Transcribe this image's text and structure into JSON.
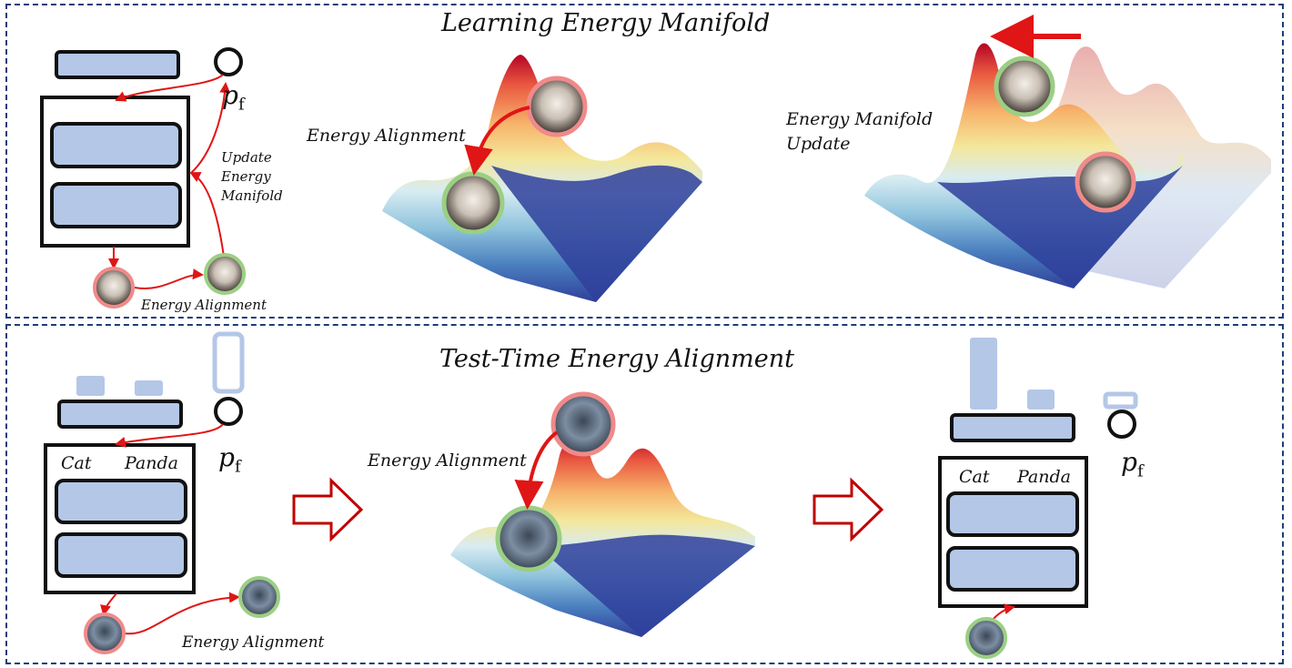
{
  "top_panel": {
    "title": "Learning Energy Manifold",
    "update_label_1": "Update",
    "update_label_2": "Energy",
    "update_label_3": "Manifold",
    "pf_main": "p",
    "pf_sub": "f",
    "alignment_label_small": "Energy Alignment",
    "alignment_label_mid": "Energy Alignment",
    "manifold_update_1": "Energy Manifold",
    "manifold_update_2": "Update"
  },
  "bottom_panel": {
    "title": "Test-Time Energy Alignment",
    "class_left": "Cat",
    "class_right": "Panda",
    "pf_main": "p",
    "pf_sub": "f",
    "alignment_label_mid": "Energy Alignment",
    "alignment_label_small": "Energy Alignment",
    "class_left_2": "Cat",
    "class_right_2": "Panda",
    "pf2_main": "p",
    "pf2_sub": "f"
  },
  "colors": {
    "block_fill": "#b4c7e7",
    "border": "#1f3c78",
    "arrow_red": "#e01515",
    "ring_red": "#f08a8a",
    "ring_green": "#9bcf84",
    "big_arrow": "#c00000"
  }
}
